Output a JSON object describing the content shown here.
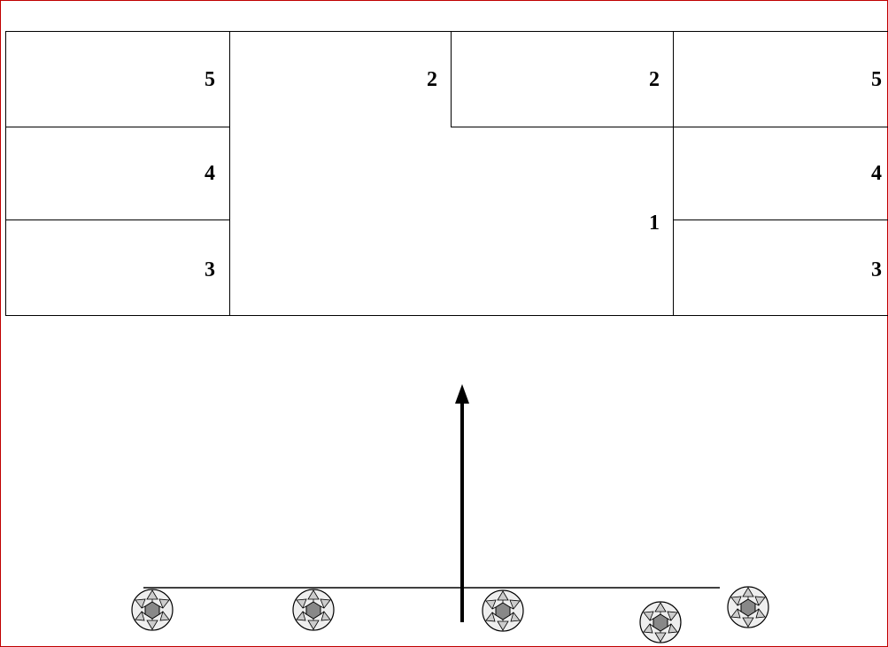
{
  "grid": {
    "top_row": [
      "5",
      "2",
      "2",
      "5"
    ],
    "left_col": [
      "4",
      "3"
    ],
    "center": "1",
    "right_col": [
      "4",
      "3"
    ]
  },
  "colors": {
    "frame": "#c00000",
    "lines": "#000000"
  },
  "icons": [
    "ball-icon",
    "ball-icon",
    "ball-icon",
    "ball-icon",
    "ball-icon"
  ]
}
